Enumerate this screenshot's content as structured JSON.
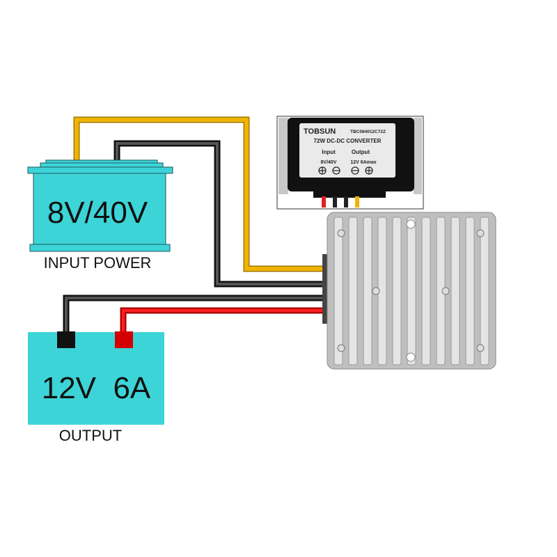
{
  "input": {
    "voltage": "8V/40V",
    "caption": "INPUT POWER"
  },
  "output": {
    "rating": "12V  6A",
    "caption": "OUTPUT"
  },
  "label": {
    "brand": "TOBSUN",
    "model": "TBC084012C72Z",
    "title": "72W DC-DC CONVERTER",
    "input_heading": "Input",
    "output_heading": "Output",
    "input_range": "8V/40V",
    "output_range": "12V 6Amax"
  },
  "colors": {
    "battery": "#3dd4d8",
    "yellow_wire": "#f0b400",
    "black_wire": "#2a2a2a",
    "red_wire": "#e01010",
    "housing": "#c8c8c8"
  }
}
